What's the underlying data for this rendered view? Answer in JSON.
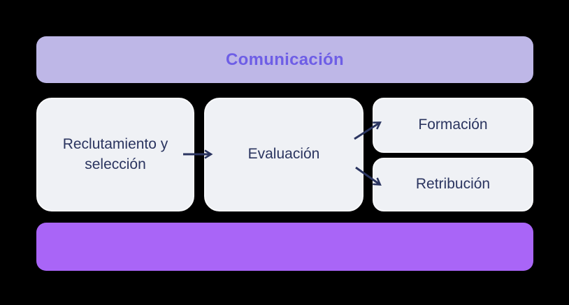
{
  "diagram": {
    "top_banner": {
      "label": "Comunicación"
    },
    "nodes": [
      {
        "id": "reclutamiento-y-seleccion",
        "label": "Reclutamiento y selección"
      },
      {
        "id": "evaluacion",
        "label": "Evaluación"
      },
      {
        "id": "formacion",
        "label": "Formación"
      },
      {
        "id": "retribucion",
        "label": "Retribución"
      }
    ],
    "arrows": [
      {
        "from": "reclutamiento-y-seleccion",
        "to": "evaluacion"
      },
      {
        "from": "evaluacion",
        "to": "formacion"
      },
      {
        "from": "evaluacion",
        "to": "retribucion"
      }
    ],
    "bottom_bar": {
      "label": ""
    },
    "colors": {
      "page_background": "#000000",
      "top_banner_bg": "#beb7e7",
      "top_banner_text": "#6e5ee6",
      "node_bg": "#eff1f5",
      "node_text": "#2b3560",
      "arrow": "#2b3560",
      "bottom_bar_bg": "#a965f7"
    }
  }
}
